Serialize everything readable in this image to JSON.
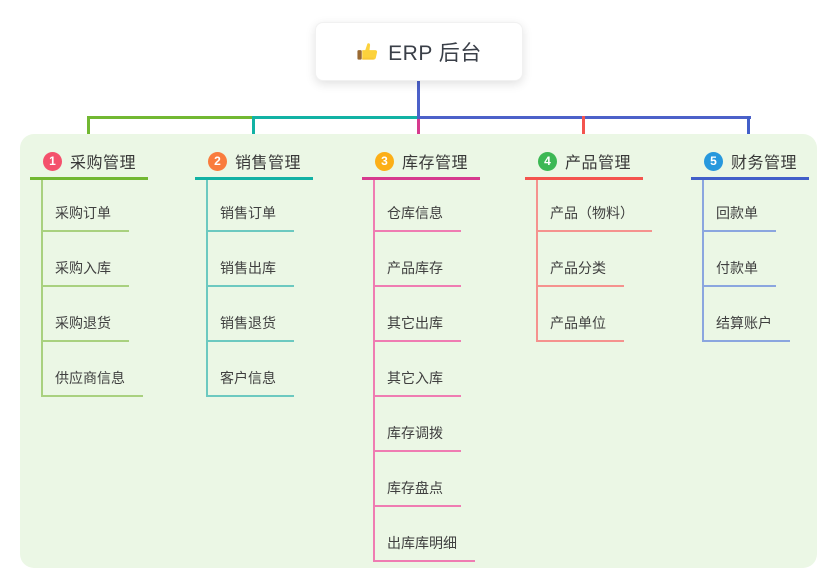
{
  "root": {
    "label": "ERP 后台",
    "icon": "thumbs-up-icon"
  },
  "colors": {
    "panel_bg": "#ebf7e5",
    "root_connector": "#4c61c9"
  },
  "branches": [
    {
      "num": "1",
      "label": "采购管理",
      "colors": {
        "badge": "#f4516c",
        "line": "#72b832",
        "light": "#a9d17f"
      },
      "children": [
        "采购订单",
        "采购入库",
        "采购退货",
        "供应商信息"
      ]
    },
    {
      "num": "2",
      "label": "销售管理",
      "colors": {
        "badge": "#f97c3d",
        "line": "#12b2a4",
        "light": "#6cc9c0"
      },
      "children": [
        "销售订单",
        "销售出库",
        "销售退货",
        "客户信息"
      ]
    },
    {
      "num": "3",
      "label": "库存管理",
      "colors": {
        "badge": "#fcaf17",
        "line": "#d63a8e",
        "light": "#ef7cb2"
      },
      "children": [
        "仓库信息",
        "产品库存",
        "其它出库",
        "其它入库",
        "库存调拨",
        "库存盘点",
        "出库库明细"
      ]
    },
    {
      "num": "4",
      "label": "产品管理",
      "colors": {
        "badge": "#3cb854",
        "line": "#f4544e",
        "light": "#f5928e"
      },
      "children": [
        "产品（物料）",
        "产品分类",
        "产品单位"
      ]
    },
    {
      "num": "5",
      "label": "财务管理",
      "colors": {
        "badge": "#2798dd",
        "line": "#425fc9",
        "light": "#8ba6df"
      },
      "children": [
        "回款单",
        "付款单",
        "结算账户"
      ]
    }
  ]
}
